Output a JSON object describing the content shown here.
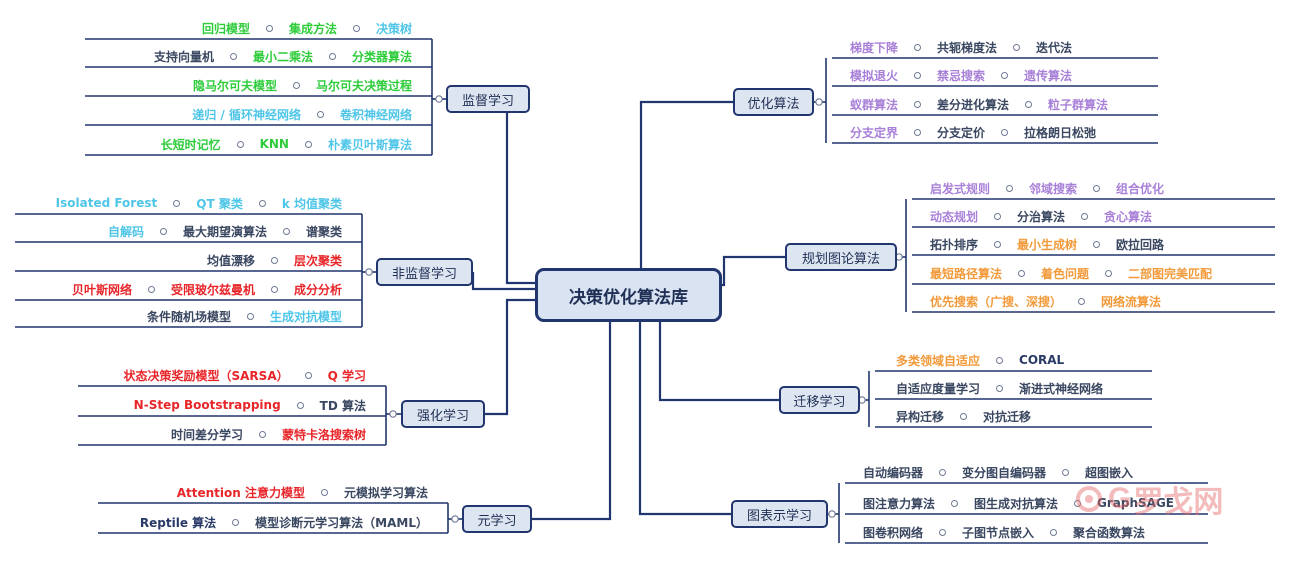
{
  "title": "决策优化算法库",
  "branches": {
    "supervised": {
      "label": "监督学习",
      "rows": [
        [
          {
            "t": "回归模型",
            "c": "g"
          },
          {
            "t": "集成方法",
            "c": "g"
          },
          {
            "t": "决策树",
            "c": "c"
          }
        ],
        [
          {
            "t": "支持向量机",
            "c": "d"
          },
          {
            "t": "最小二乘法",
            "c": "g"
          },
          {
            "t": "分类器算法",
            "c": "g"
          }
        ],
        [
          {
            "t": "隐马尔可夫模型",
            "c": "g"
          },
          {
            "t": "马尔可夫决策过程",
            "c": "g"
          }
        ],
        [
          {
            "t": "递归 / 循环神经网络",
            "c": "c"
          },
          {
            "t": "卷积神经网络",
            "c": "c"
          }
        ],
        [
          {
            "t": "长短时记忆",
            "c": "g"
          },
          {
            "t": "KNN",
            "c": "g"
          },
          {
            "t": "朴素贝叶斯算法",
            "c": "c"
          }
        ]
      ]
    },
    "unsupervised": {
      "label": "非监督学习",
      "rows": [
        [
          {
            "t": "Isolated Forest",
            "c": "c"
          },
          {
            "t": "QT 聚类",
            "c": "c"
          },
          {
            "t": "k 均值聚类",
            "c": "c"
          }
        ],
        [
          {
            "t": "自解码",
            "c": "c"
          },
          {
            "t": "最大期望演算法",
            "c": "d"
          },
          {
            "t": "谱聚类",
            "c": "d"
          }
        ],
        [
          {
            "t": "均值漂移",
            "c": "d"
          },
          {
            "t": "层次聚类",
            "c": "r"
          }
        ],
        [
          {
            "t": "贝叶斯网络",
            "c": "r"
          },
          {
            "t": "受限玻尔兹曼机",
            "c": "r"
          },
          {
            "t": "成分分析",
            "c": "r"
          }
        ],
        [
          {
            "t": "条件随机场模型",
            "c": "d"
          },
          {
            "t": "生成对抗模型",
            "c": "c"
          }
        ]
      ]
    },
    "reinforcement": {
      "label": "强化学习",
      "rows": [
        [
          {
            "t": "状态决策奖励模型（SARSA）",
            "c": "r"
          },
          {
            "t": "Q 学习",
            "c": "r"
          }
        ],
        [
          {
            "t": "N-Step Bootstrapping",
            "c": "r"
          },
          {
            "t": "TD 算法",
            "c": "d"
          }
        ],
        [
          {
            "t": "时间差分学习",
            "c": "d"
          },
          {
            "t": "蒙特卡洛搜索树",
            "c": "r"
          }
        ]
      ]
    },
    "meta": {
      "label": "元学习",
      "rows": [
        [
          {
            "t": "Attention 注意力模型",
            "c": "r"
          },
          {
            "t": "元模拟学习算法",
            "c": "d"
          }
        ],
        [
          {
            "t": "Reptile 算法",
            "c": "b"
          },
          {
            "t": "模型诊断元学习算法（MAML）",
            "c": "d"
          }
        ]
      ]
    },
    "optimization": {
      "label": "优化算法",
      "rows": [
        [
          {
            "t": "梯度下降",
            "c": "p"
          },
          {
            "t": "共轭梯度法",
            "c": "d"
          },
          {
            "t": "迭代法",
            "c": "d"
          }
        ],
        [
          {
            "t": "模拟退火",
            "c": "p"
          },
          {
            "t": "禁忌搜索",
            "c": "p"
          },
          {
            "t": "遗传算法",
            "c": "p"
          }
        ],
        [
          {
            "t": "蚁群算法",
            "c": "p"
          },
          {
            "t": "差分进化算法",
            "c": "d"
          },
          {
            "t": "粒子群算法",
            "c": "p"
          }
        ],
        [
          {
            "t": "分支定界",
            "c": "p"
          },
          {
            "t": "分支定价",
            "c": "d"
          },
          {
            "t": "拉格朗日松弛",
            "c": "d"
          }
        ]
      ]
    },
    "graph_planning": {
      "label": "规划图论算法",
      "rows": [
        [
          {
            "t": "启发式规则",
            "c": "p"
          },
          {
            "t": "邻域搜索",
            "c": "p"
          },
          {
            "t": "组合优化",
            "c": "p"
          }
        ],
        [
          {
            "t": "动态规划",
            "c": "p"
          },
          {
            "t": "分治算法",
            "c": "d"
          },
          {
            "t": "贪心算法",
            "c": "p"
          }
        ],
        [
          {
            "t": "拓扑排序",
            "c": "d"
          },
          {
            "t": "最小生成树",
            "c": "o"
          },
          {
            "t": "欧拉回路",
            "c": "d"
          }
        ],
        [
          {
            "t": "最短路径算法",
            "c": "o"
          },
          {
            "t": "着色问题",
            "c": "o"
          },
          {
            "t": "二部图完美匹配",
            "c": "o"
          }
        ],
        [
          {
            "t": "优先搜索（广搜、深搜）",
            "c": "o"
          },
          {
            "t": "网络流算法",
            "c": "o"
          }
        ]
      ]
    },
    "transfer": {
      "label": "迁移学习",
      "rows": [
        [
          {
            "t": "多类领域自适应",
            "c": "o"
          },
          {
            "t": "CORAL",
            "c": "b"
          }
        ],
        [
          {
            "t": "自适应度量学习",
            "c": "d"
          },
          {
            "t": "渐进式神经网络",
            "c": "d"
          }
        ],
        [
          {
            "t": "异构迁移",
            "c": "d"
          },
          {
            "t": "对抗迁移",
            "c": "d"
          }
        ]
      ]
    },
    "graph_repr": {
      "label": "图表示学习",
      "rows": [
        [
          {
            "t": "自动编码器",
            "c": "d"
          },
          {
            "t": "变分图自编码器",
            "c": "d"
          },
          {
            "t": "超图嵌入",
            "c": "d"
          }
        ],
        [
          {
            "t": "图注意力算法",
            "c": "d"
          },
          {
            "t": "图生成对抗算法",
            "c": "d"
          },
          {
            "t": "GraphSAGE",
            "c": "d"
          }
        ],
        [
          {
            "t": "图卷积网络",
            "c": "d"
          },
          {
            "t": "子图节点嵌入",
            "c": "d"
          },
          {
            "t": "聚合函数算法",
            "c": "d"
          }
        ]
      ]
    }
  },
  "watermark": {
    "brand": "G",
    "text": "罗戈网"
  },
  "colors": {
    "g": "#2ecc3a",
    "c": "#4fc6e8",
    "d": "#3a4761",
    "r": "#e8262a",
    "p": "#a880d8",
    "o": "#f29a3a",
    "b": "#2a3a68",
    "line": "#21356e"
  }
}
